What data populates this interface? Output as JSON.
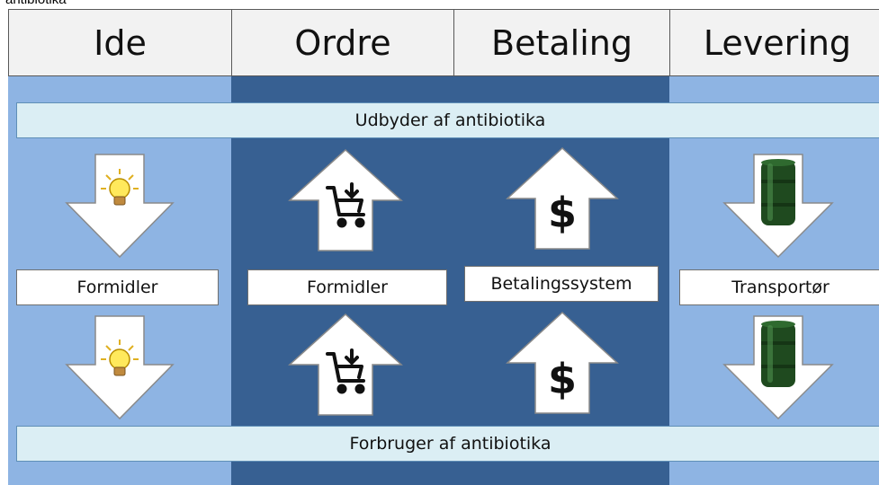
{
  "caption": "antibiotika",
  "columns": [
    {
      "header": "Ide"
    },
    {
      "header": "Ordre"
    },
    {
      "header": "Betaling"
    },
    {
      "header": "Levering"
    }
  ],
  "bands": {
    "top": "Udbyder af antibiotika",
    "bottom": "Forbruger af antibiotika"
  },
  "roles": [
    "Formidler",
    "Formidler",
    "Betalingssystem",
    "Transportør"
  ],
  "arrow_icons": {
    "ide": "lightbulb-icon",
    "ordre": "shopping-cart-icon",
    "betaling": "dollar-icon",
    "levering": "barrel-icon"
  },
  "arrow_directions": {
    "ide": "down",
    "ordre": "up",
    "betaling": "up",
    "levering": "down"
  },
  "symbols": {
    "dollar": "$"
  },
  "colors": {
    "light_column": "#8eb4e3",
    "dark_column": "#376092",
    "header_fill": "#f2f2f2",
    "band_fill": "#dbeef4"
  }
}
